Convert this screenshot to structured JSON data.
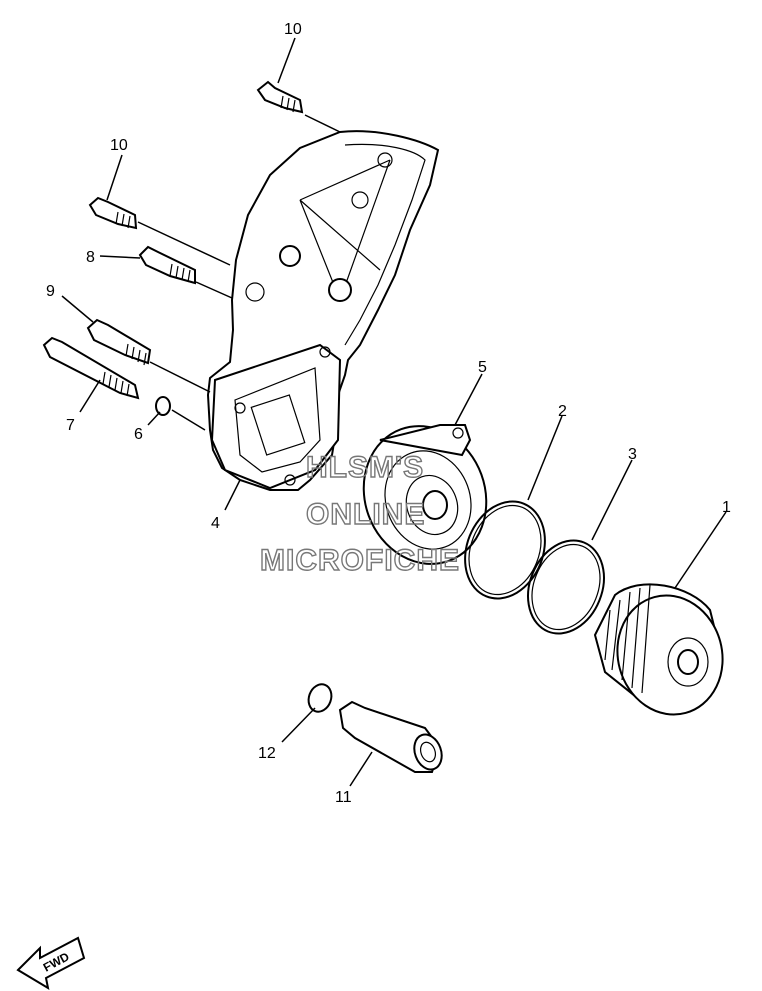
{
  "callouts": [
    "1",
    "2",
    "3",
    "4",
    "5",
    "6",
    "7",
    "8",
    "9",
    "10",
    "10",
    "11",
    "12"
  ],
  "watermark": [
    "HLSM'S",
    "ONLINE",
    "MICROFICHE"
  ],
  "fwd_label": "FWD"
}
